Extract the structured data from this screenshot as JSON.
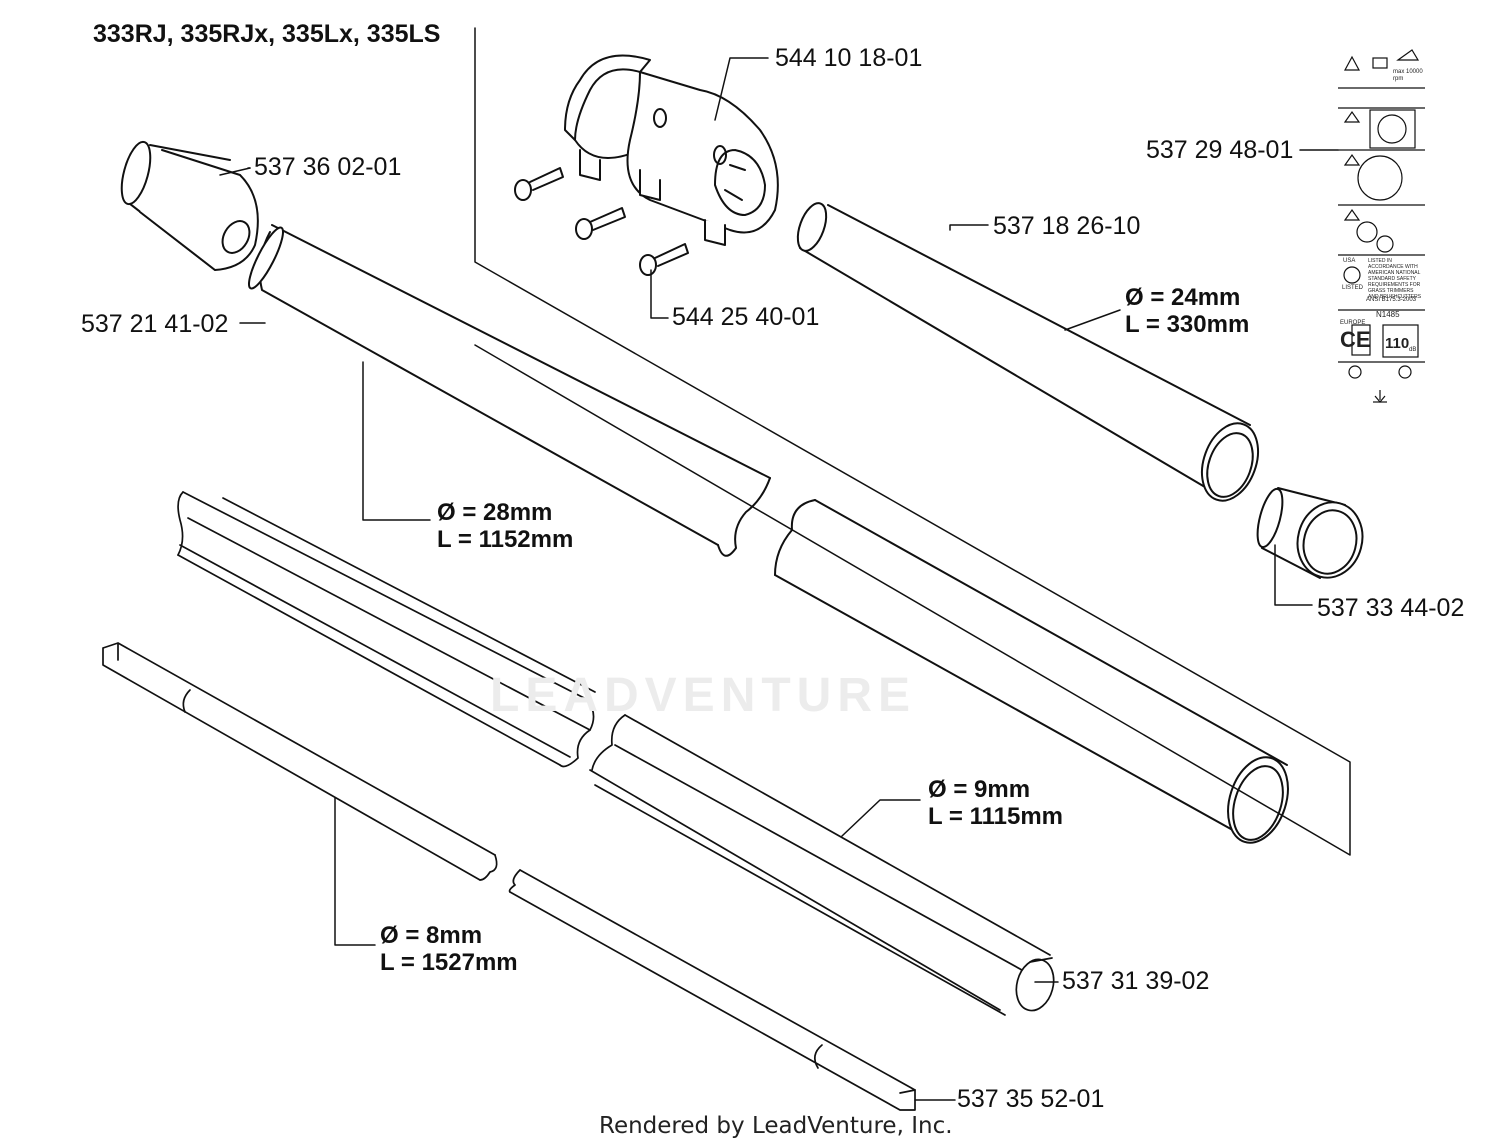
{
  "diagram": {
    "title": "333RJ, 335RJx, 335Lx, 335LS",
    "footer": "Rendered by LeadVenture, Inc.",
    "watermark": "LEADVENTURE",
    "parts": [
      {
        "id": "p1",
        "number": "544 10 18-01"
      },
      {
        "id": "p2",
        "number": "537 36 02-01"
      },
      {
        "id": "p3",
        "number": "537 29 48-01"
      },
      {
        "id": "p4",
        "number": "537 18 26-10"
      },
      {
        "id": "p5",
        "number": "537 21 41-02"
      },
      {
        "id": "p6",
        "number": "544 25 40-01"
      },
      {
        "id": "p7",
        "number": "537 33 44-02"
      },
      {
        "id": "p8",
        "number": "537 31 39-02"
      },
      {
        "id": "p9",
        "number": "537 35 52-01"
      }
    ],
    "dimensions": [
      {
        "id": "d1",
        "diameter": "Ø = 24mm",
        "length": "L = 330mm"
      },
      {
        "id": "d2",
        "diameter": "Ø = 28mm",
        "length": "L = 1152mm"
      },
      {
        "id": "d3",
        "diameter": "Ø = 9mm",
        "length": "L = 1115mm"
      },
      {
        "id": "d4",
        "diameter": "Ø = 8mm",
        "length": "L = 1527mm"
      }
    ],
    "decal": {
      "rpm": "max 10000 rpm",
      "region_usa": "USA",
      "listed": "LISTED",
      "ul_text": "LISTED IN ACCORDANCE WITH AMERICAN NATIONAL STANDARD SAFETY REQUIREMENTS FOR GRASS TRIMMERS AND BRUSHCUTTERS",
      "ansi": "ANSI B175.3-2003",
      "code": "N1485",
      "region_europe": "EUROPE",
      "ce": "CE",
      "noise": "110",
      "noise_unit": "dB"
    }
  }
}
